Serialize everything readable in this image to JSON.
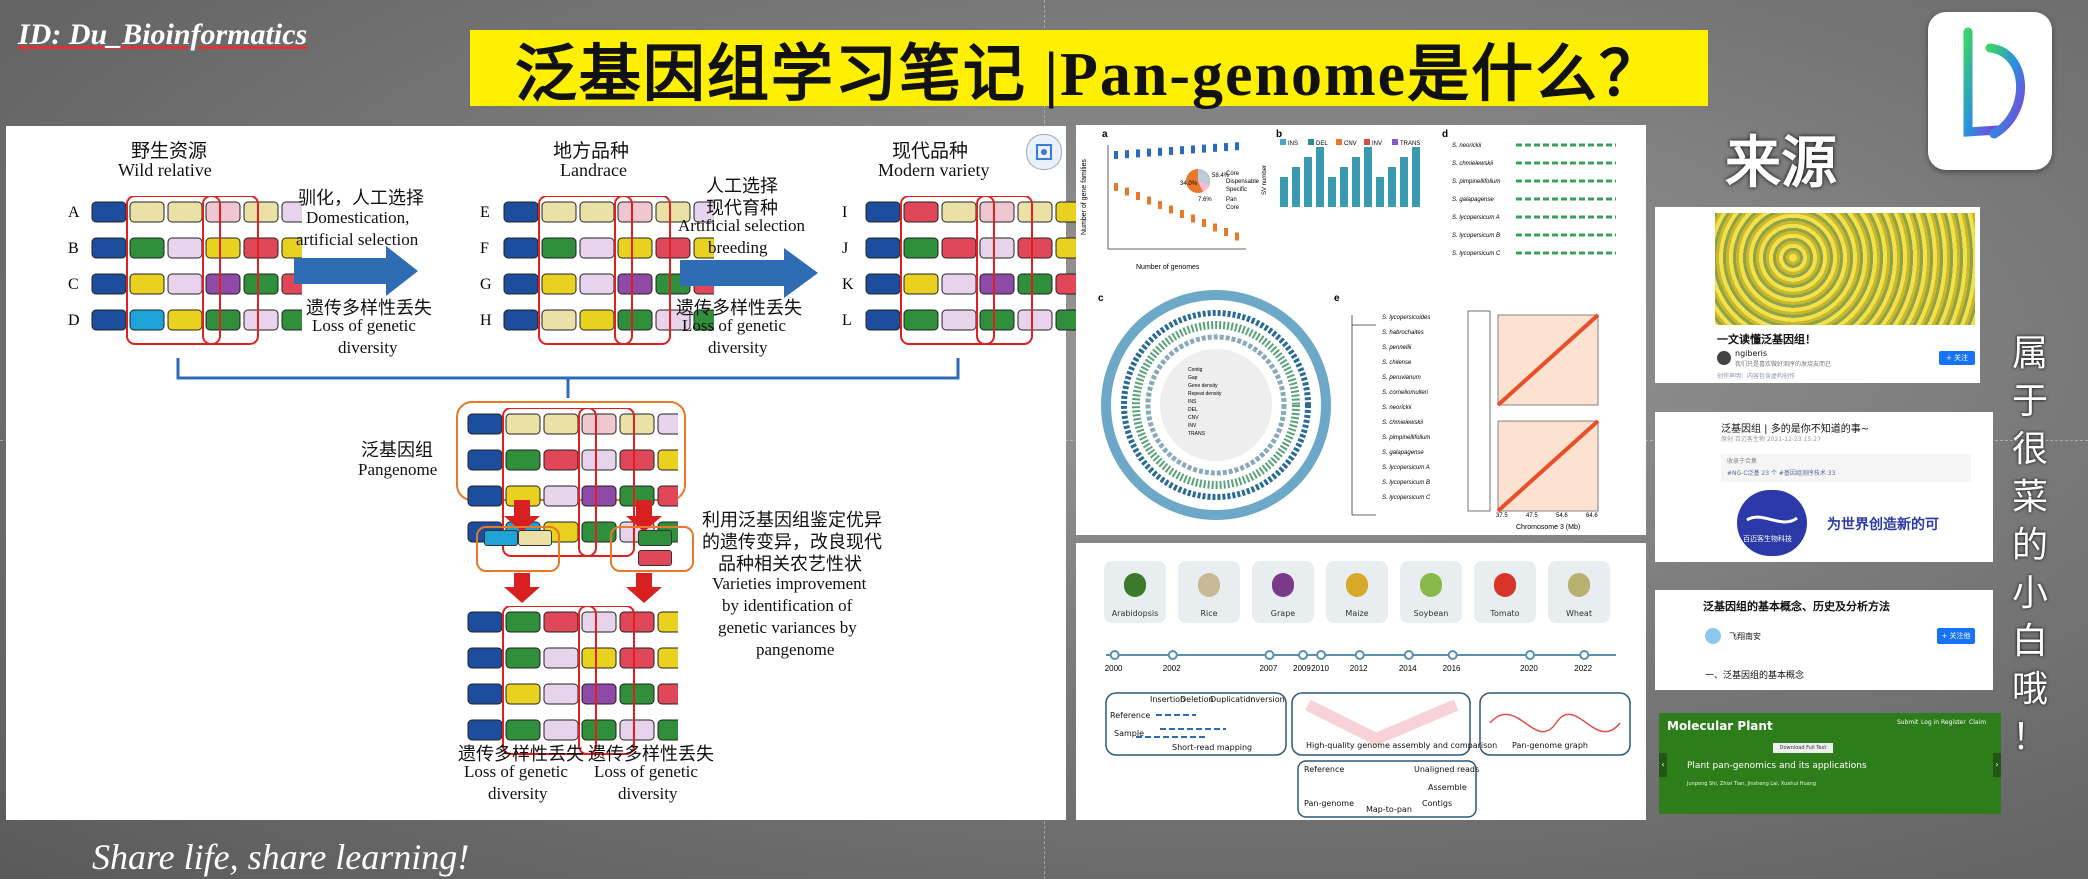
{
  "header": {
    "watermark_id": "ID: Du_Bioinformatics",
    "title": "泛基因组学习笔记 |Pan-genome是什么？"
  },
  "source_label": "来源",
  "side_text": [
    "属",
    "于",
    "很",
    "菜",
    "的",
    "小",
    "白",
    "哦",
    "！"
  ],
  "footer": "Share life, share learning!",
  "figure_main": {
    "col1_cn": "野生资源",
    "col1_en": "Wild relative",
    "col2_cn": "地方品种",
    "col2_en": "Landrace",
    "col3_cn": "现代品种",
    "col3_en": "Modern variety",
    "rows1": [
      "A",
      "B",
      "C",
      "D"
    ],
    "rows2": [
      "E",
      "F",
      "G",
      "H"
    ],
    "rows3": [
      "I",
      "J",
      "K",
      "L"
    ],
    "arrow1_cn": "驯化，人工选择",
    "arrow1_en1": "Domestication,",
    "arrow1_en2": "artificial selection",
    "arrow2_cn1": "人工选择",
    "arrow2_cn2": "现代育种",
    "arrow2_en1": "Artificial selection",
    "arrow2_en2": "breeding",
    "loss_cn": "遗传多样性丢失",
    "loss_en1": "Loss of genetic",
    "loss_en2": "diversity",
    "pan_cn": "泛基因组",
    "pan_en": "Pangenome",
    "improve_cn1": "利用泛基因组鉴定优异",
    "improve_cn2": "的遗传变异，改良现代",
    "improve_cn3": "品种相关农艺性状",
    "improve_en1": "Varieties improvement",
    "improve_en2": "by identification of",
    "improve_en3": "genetic variances by",
    "improve_en4": "pangenome"
  },
  "figure_a": {
    "panel_labels": [
      "a",
      "b",
      "d",
      "c",
      "e"
    ],
    "a_ylabel": "Number of gene families",
    "a_xlabel": "Number of genomes",
    "a_pie": [
      "Core",
      "Dispensable",
      "Specific"
    ],
    "a_pct": [
      "34.0%",
      "58.4%",
      "7.6%"
    ],
    "a_legend": [
      "Pan",
      "Core"
    ],
    "b_ylabel": "SV number",
    "b_legend": [
      "INS",
      "DEL",
      "CNV",
      "INV",
      "TRANS"
    ],
    "d_species": [
      "S. neorickii",
      "S. chmielewskii",
      "S. pimpinellifolium",
      "S. galapagense",
      "S. lycopersicum A",
      "S. lycopersicum B",
      "S. lycopersicum C"
    ],
    "e_species": [
      "S. lycopersicoides",
      "S. habrochaites",
      "S. pennellii",
      "S. chilense",
      "S. peruvianum",
      "S. corneliomulleri",
      "S. neorickii",
      "S. chmielewskii",
      "S. pimpinellifolium",
      "S. galapagense",
      "S. lycopersicum A",
      "S. lycopersicum B",
      "S. lycopersicum C"
    ],
    "e_xlabel": "Chromosome 3 (Mb)",
    "e_ticks": [
      "37.5",
      "47.5",
      "54.6",
      "64.6"
    ],
    "circ_legend": [
      "Contig",
      "Gap",
      "Gene density",
      "Repeat density",
      "INS",
      "DEL",
      "CNV",
      "INV",
      "TRANS"
    ]
  },
  "figure_b": {
    "crops": [
      "Arabidopsis",
      "Rice",
      "Grape",
      "Maize",
      "Soybean",
      "Tomato",
      "Wheat"
    ],
    "years": [
      "2000",
      "2002",
      "2007",
      "2009",
      "2010",
      "2012",
      "2014",
      "2016",
      "2020",
      "2022"
    ],
    "box1_labels": [
      "Insertion",
      "Deletion",
      "Duplication",
      "Inversion"
    ],
    "box1_side": [
      "Reference",
      "Sample"
    ],
    "box1_title": "Short-read mapping",
    "box2_title": "High-quality genome assembly and comparison",
    "box3_title": "Pan-genome graph",
    "box4": [
      "Reference",
      "Unaligned reads",
      "Assemble",
      "Contigs",
      "Pan-genome",
      "Map-to-pan"
    ]
  },
  "cards": {
    "c1_title": "一文读懂泛基因组！",
    "c1_author": "ngiberis",
    "c1_sub": "我们只是喜欢做好测序的发烧友而已",
    "c1_follow": "+ 关注",
    "c1_footer": "创作声明：内容包含虚构创作",
    "c2_title": "泛基因组 | 多的是你不知道的事~",
    "c2_meta": "原创  百迈客生物  2021-12-23 15:27",
    "c2_collect": "收录于合集",
    "c2_tags": "#NG-C泛基 23 个  #基因组测序技术 33",
    "c2_brand": "百迈客生物科技",
    "c2_slogan": "为世界创造新的可",
    "c3_title": "泛基因组的基本概念、历史及分析方法",
    "c3_author": "飞翔南安",
    "c3_follow": "+ 关注他",
    "c3_section": "一、泛基因组的基本概念",
    "c4_journal": "Molecular Plant",
    "c4_nav": [
      "Submit",
      "Log in",
      "Register",
      "Claim"
    ],
    "c4_title": "Plant pan-genomics and its applications",
    "c4_authors": "Junpeng Shi, Zhixi Tian, Jinsheng Lai, Xuehui Huang",
    "c4_button": "Download Full Text"
  },
  "colors": {
    "title_bg": "#fff000",
    "red_box": "#e02020",
    "arrow_blue": "#2e6db4",
    "orange_box": "#e8782a",
    "card4_bg": "#2e7d1b",
    "block_blue": "#1d4e9e",
    "block_yellow": "#e9d21f",
    "block_green": "#2f8f3a",
    "block_red": "#e0485a",
    "block_pink": "#f0c6d0",
    "block_lilac": "#e7d3ec",
    "block_purple": "#8e4aa6",
    "block_tan": "#ebe0a6",
    "block_cyan": "#1da3d6"
  }
}
